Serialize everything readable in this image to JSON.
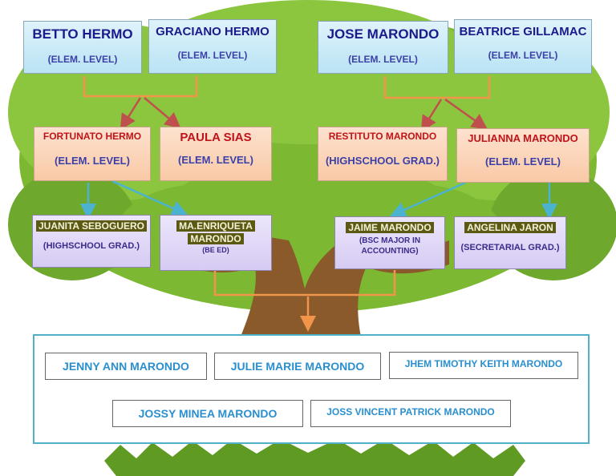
{
  "grandparents": [
    {
      "name": "BETTO HERMO",
      "level": "(ELEM. LEVEL)"
    },
    {
      "name": "GRACIANO HERMO",
      "level": "(ELEM. LEVEL)"
    },
    {
      "name": "JOSE MARONDO",
      "level": "(ELEM. LEVEL)"
    },
    {
      "name": "BEATRICE GILLAMAC",
      "level": "(ELEM. LEVEL)"
    }
  ],
  "parents_gen": [
    {
      "name": "FORTUNATO HERMO",
      "level": "(ELEM. LEVEL)"
    },
    {
      "name": "PAULA SIAS",
      "level": "(ELEM. LEVEL)"
    },
    {
      "name": "RESTITUTO MARONDO",
      "level": "(HIGHSCHOOL GRAD.)"
    },
    {
      "name": "JULIANNA MARONDO",
      "level": "(ELEM. LEVEL)"
    }
  ],
  "children_gen": [
    {
      "name": "JUANITA SEBOGUERO",
      "level": "(HIGHSCHOOL GRAD.)"
    },
    {
      "name_line1": "MA.ENRIQUETA",
      "name_line2": "MARONDO",
      "level": "(BE ED)"
    },
    {
      "name": "JAIME MARONDO",
      "level_line1": "(BSC MAJOR IN",
      "level_line2": "ACCOUNTING)"
    },
    {
      "name": "ANGELINA JARON",
      "level": "(SECRETARIAL GRAD.)"
    }
  ],
  "grandchildren": [
    "JENNY ANN MARONDO",
    "JULIE MARIE MARONDO",
    "JHEM TIMOTHY KEITH MARONDO",
    "JOSSY MINEA MARONDO",
    "JOSS VINCENT PATRICK MARONDO"
  ],
  "colors": {
    "connector_orange": "#f0954a",
    "connector_red": "#c0504d",
    "connector_cyan": "#4bb3cf",
    "leaves": "#7cb832",
    "trunk": "#8a5a2b"
  }
}
